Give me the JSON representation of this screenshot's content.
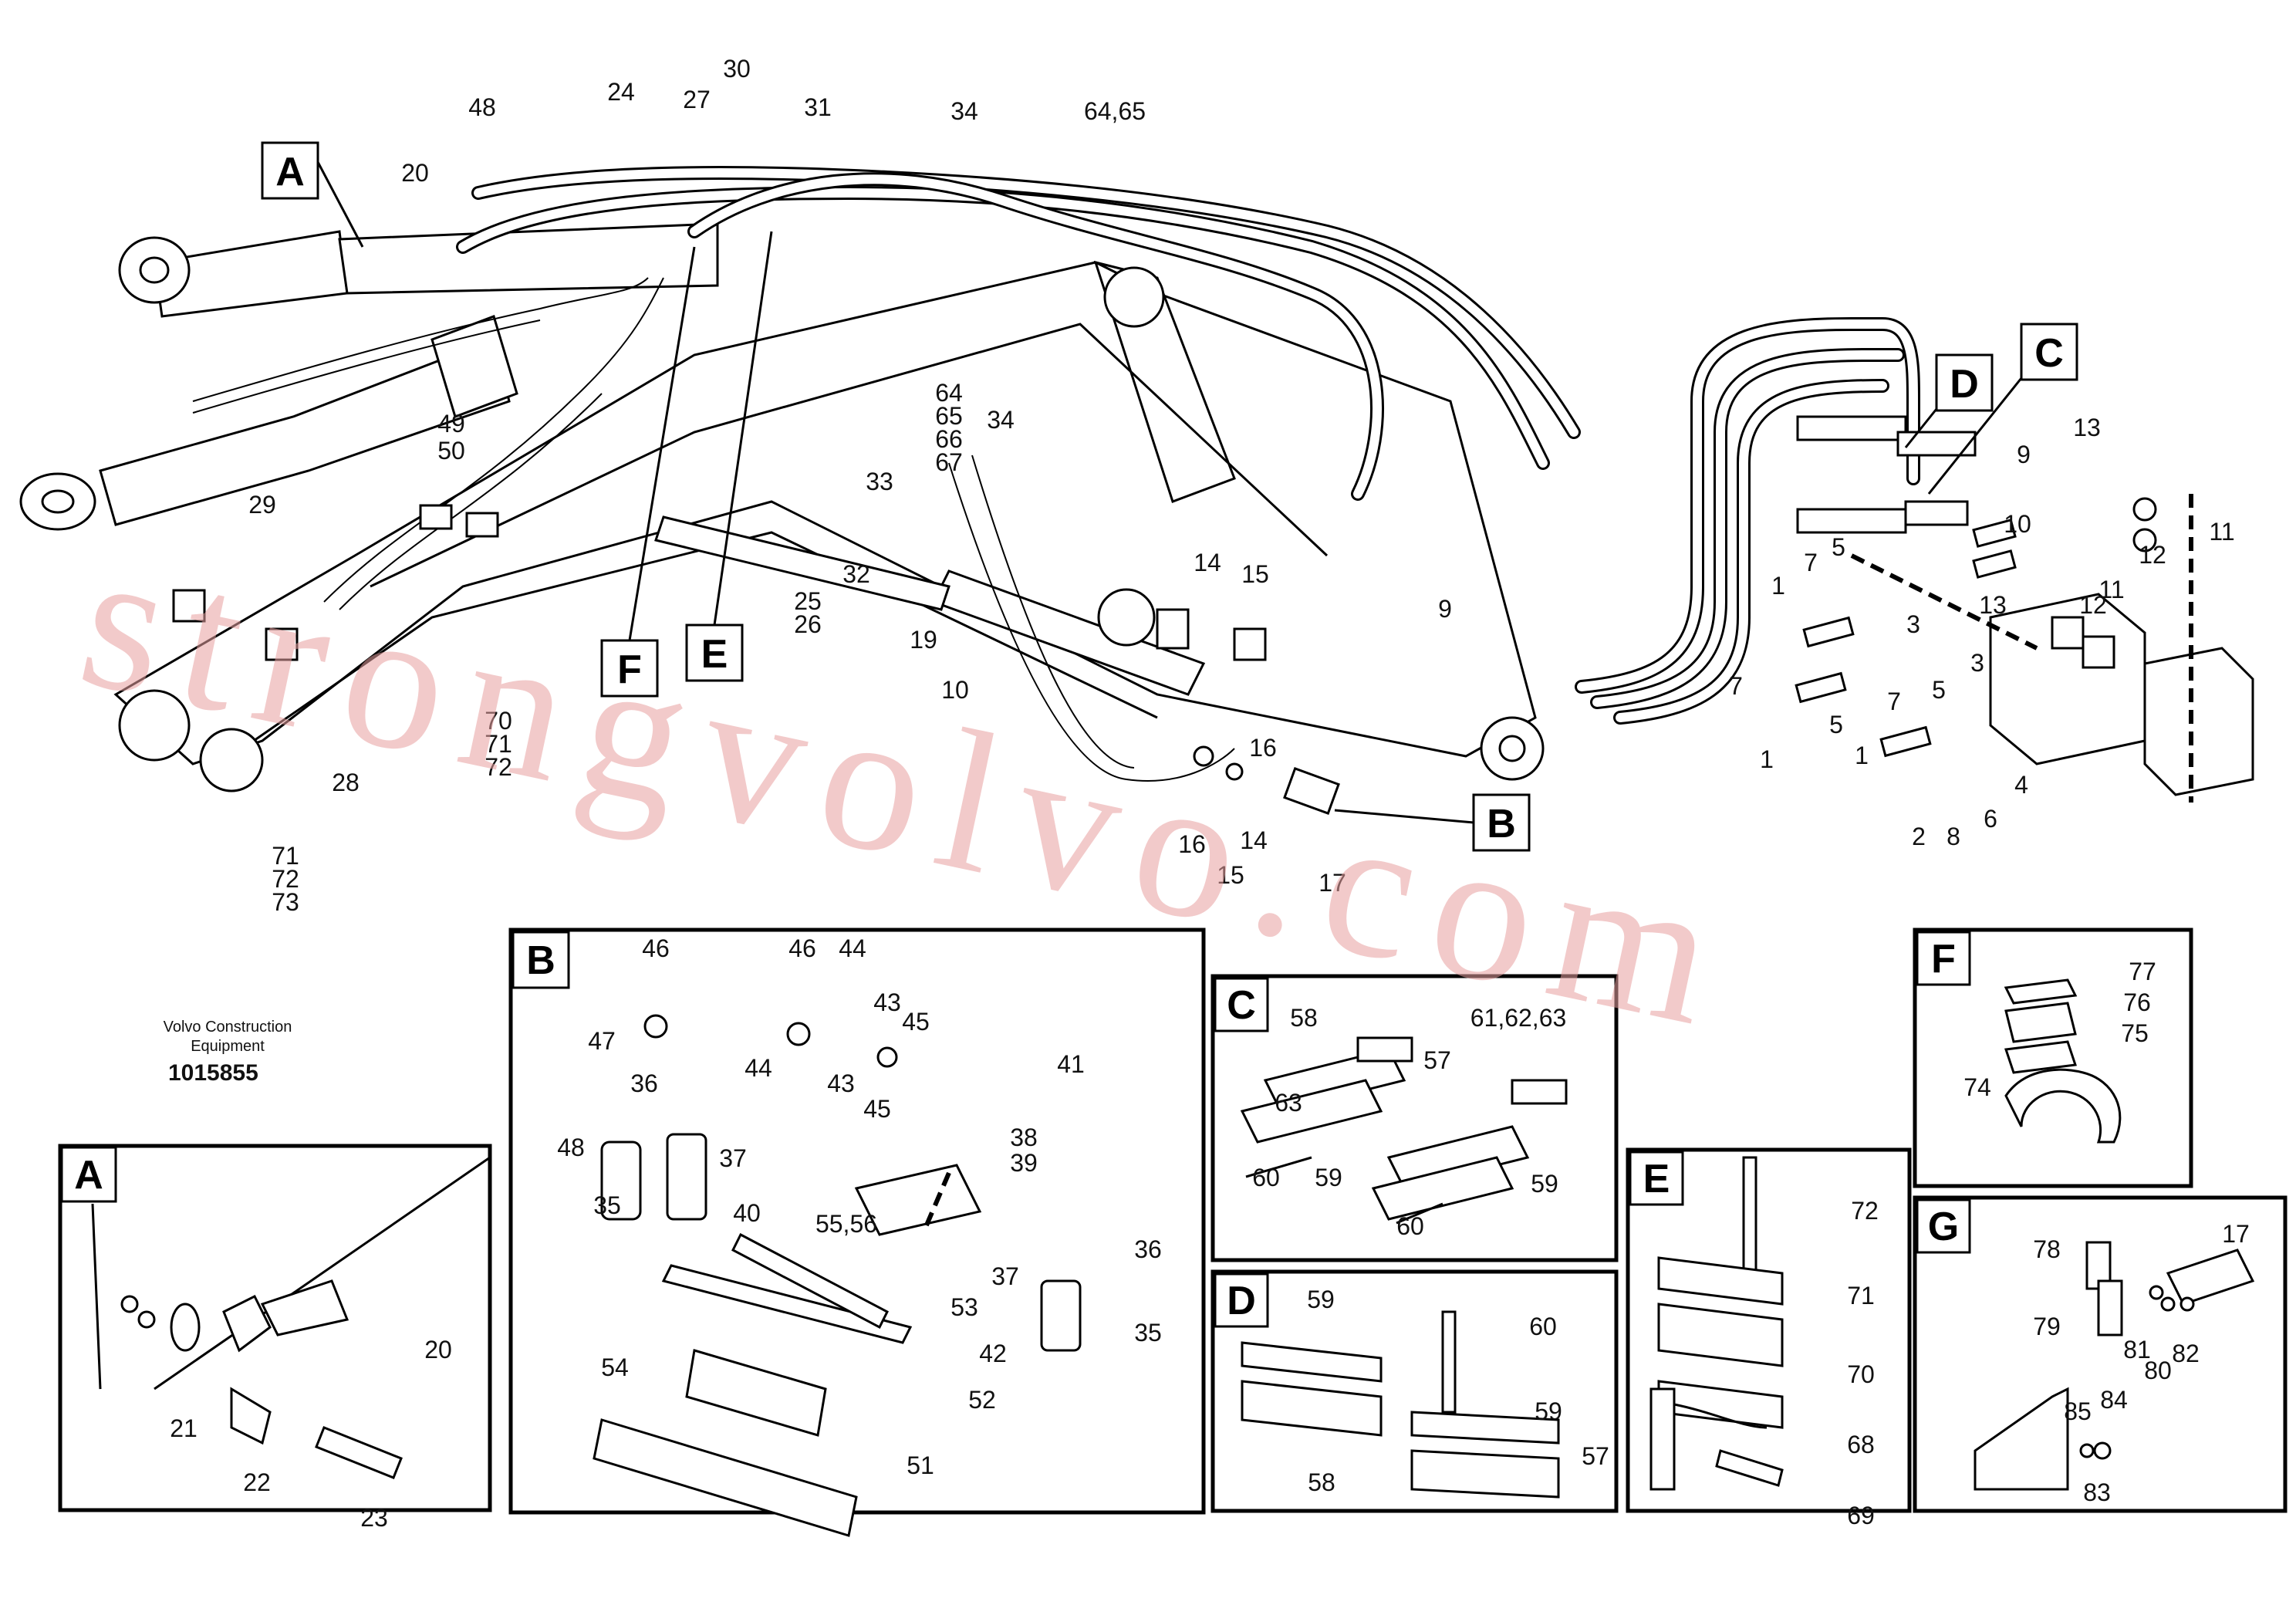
{
  "publisher": {
    "line1": "Volvo Construction",
    "line2": "Equipment",
    "number": "1015855"
  },
  "watermark": "strongvolvo.com",
  "main_callouts": {
    "A": "A",
    "B": "B",
    "C": "C",
    "D": "D",
    "E": "E",
    "F": "F"
  },
  "main_labels": [
    "30",
    "48",
    "24",
    "27",
    "31",
    "34",
    "64,65",
    "20",
    "49",
    "50",
    "29",
    "28",
    "70",
    "71",
    "72",
    "71",
    "72",
    "73",
    "25",
    "26",
    "32",
    "33",
    "64",
    "65",
    "66",
    "67",
    "34",
    "19",
    "10",
    "14",
    "15",
    "9",
    "16",
    "16",
    "14",
    "15",
    "17",
    "13",
    "9",
    "10",
    "11",
    "12",
    "12",
    "11",
    "13",
    "7",
    "5",
    "1",
    "3",
    "7",
    "5",
    "1",
    "3",
    "7",
    "5",
    "1",
    "2",
    "8",
    "6",
    "4"
  ],
  "panels": {
    "A": {
      "caption": "A",
      "labels": [
        "20",
        "21",
        "22",
        "23"
      ]
    },
    "B": {
      "caption": "B",
      "labels": [
        "46",
        "46",
        "44",
        "47",
        "44",
        "43",
        "45",
        "41",
        "36",
        "43",
        "45",
        "48",
        "37",
        "38",
        "39",
        "35",
        "40",
        "55,56",
        "36",
        "37",
        "53",
        "35",
        "42",
        "54",
        "52",
        "51"
      ]
    },
    "C": {
      "caption": "C",
      "labels": [
        "58",
        "61,62,63",
        "63",
        "60",
        "59",
        "57",
        "59",
        "60"
      ]
    },
    "D": {
      "caption": "D",
      "labels": [
        "59",
        "60",
        "59",
        "58",
        "57"
      ]
    },
    "E": {
      "caption": "E",
      "labels": [
        "72",
        "71",
        "70",
        "68",
        "69"
      ]
    },
    "F": {
      "caption": "F",
      "labels": [
        "77",
        "76",
        "75",
        "74"
      ]
    },
    "G": {
      "caption": "G",
      "labels": [
        "17",
        "78",
        "79",
        "81",
        "80",
        "82",
        "85",
        "84",
        "83"
      ]
    }
  }
}
